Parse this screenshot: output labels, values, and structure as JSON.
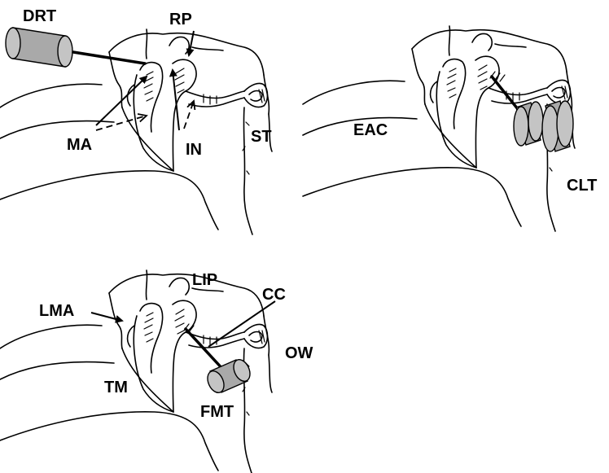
{
  "panels": [
    {
      "id": "panel-1",
      "labels": {
        "drt": "DRT",
        "rp": "RP",
        "ma": "MA",
        "in": "IN",
        "st": "ST"
      }
    },
    {
      "id": "panel-2",
      "labels": {
        "eac": "EAC",
        "clt": "CLT"
      }
    },
    {
      "id": "panel-3",
      "labels": {
        "lma": "LMA",
        "lip": "LIP",
        "cc": "CC",
        "ow": "OW",
        "tm": "TM",
        "fmt": "FMT"
      }
    }
  ],
  "colors": {
    "stroke": "#000000",
    "transducer_fill": "#a9a9a9",
    "background": "#ffffff"
  }
}
